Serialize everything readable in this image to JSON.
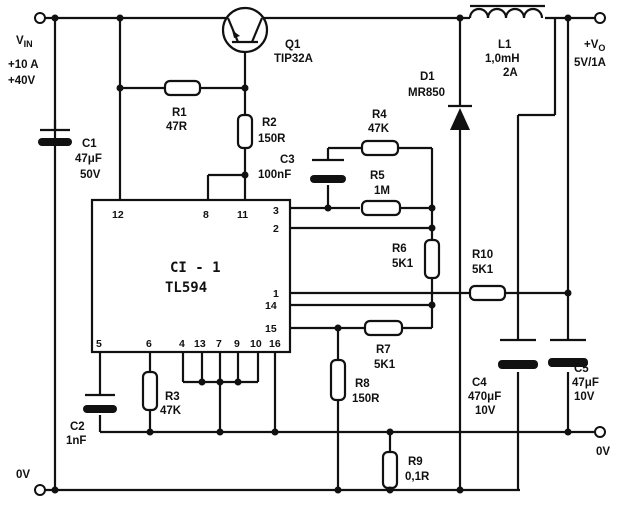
{
  "input": {
    "label": "V",
    "sub": "IN",
    "current": "+10 A",
    "voltage": "+40V",
    "ground": "0V"
  },
  "output": {
    "label": "+V",
    "sub": "O",
    "rating": "5V/1A",
    "ground": "0V"
  },
  "ic": {
    "name": "CI - 1",
    "part": "TL594",
    "pins": {
      "p12": "12",
      "p8": "8",
      "p11": "11",
      "p3": "3",
      "p2": "2",
      "p1": "1",
      "p14": "14",
      "p15": "15",
      "p5": "5",
      "p6": "6",
      "p4": "4",
      "p13": "13",
      "p7": "7",
      "p9": "9",
      "p10": "10",
      "p16": "16"
    }
  },
  "q1": {
    "ref": "Q1",
    "value": "TIP32A"
  },
  "d1": {
    "ref": "D1",
    "value": "MR850"
  },
  "l1": {
    "ref": "L1",
    "value": "1,0mH",
    "rating": "2A"
  },
  "r1": {
    "ref": "R1",
    "value": "47R"
  },
  "r2": {
    "ref": "R2",
    "value": "150R"
  },
  "r3": {
    "ref": "R3",
    "value": "47K"
  },
  "r4": {
    "ref": "R4",
    "value": "47K"
  },
  "r5": {
    "ref": "R5",
    "value": "1M"
  },
  "r6": {
    "ref": "R6",
    "value": "5K1"
  },
  "r7": {
    "ref": "R7",
    "value": "5K1"
  },
  "r8": {
    "ref": "R8",
    "value": "150R"
  },
  "r9": {
    "ref": "R9",
    "value": "0,1R"
  },
  "r10": {
    "ref": "R10",
    "value": "5K1"
  },
  "c1": {
    "ref": "C1",
    "value": "47μF",
    "rating": "50V"
  },
  "c2": {
    "ref": "C2",
    "value": "1nF"
  },
  "c3": {
    "ref": "C3",
    "value": "100nF"
  },
  "c4": {
    "ref": "C4",
    "value": "470μF",
    "rating": "10V"
  },
  "c5": {
    "ref": "C5",
    "value": "47μF",
    "rating": "10V"
  }
}
